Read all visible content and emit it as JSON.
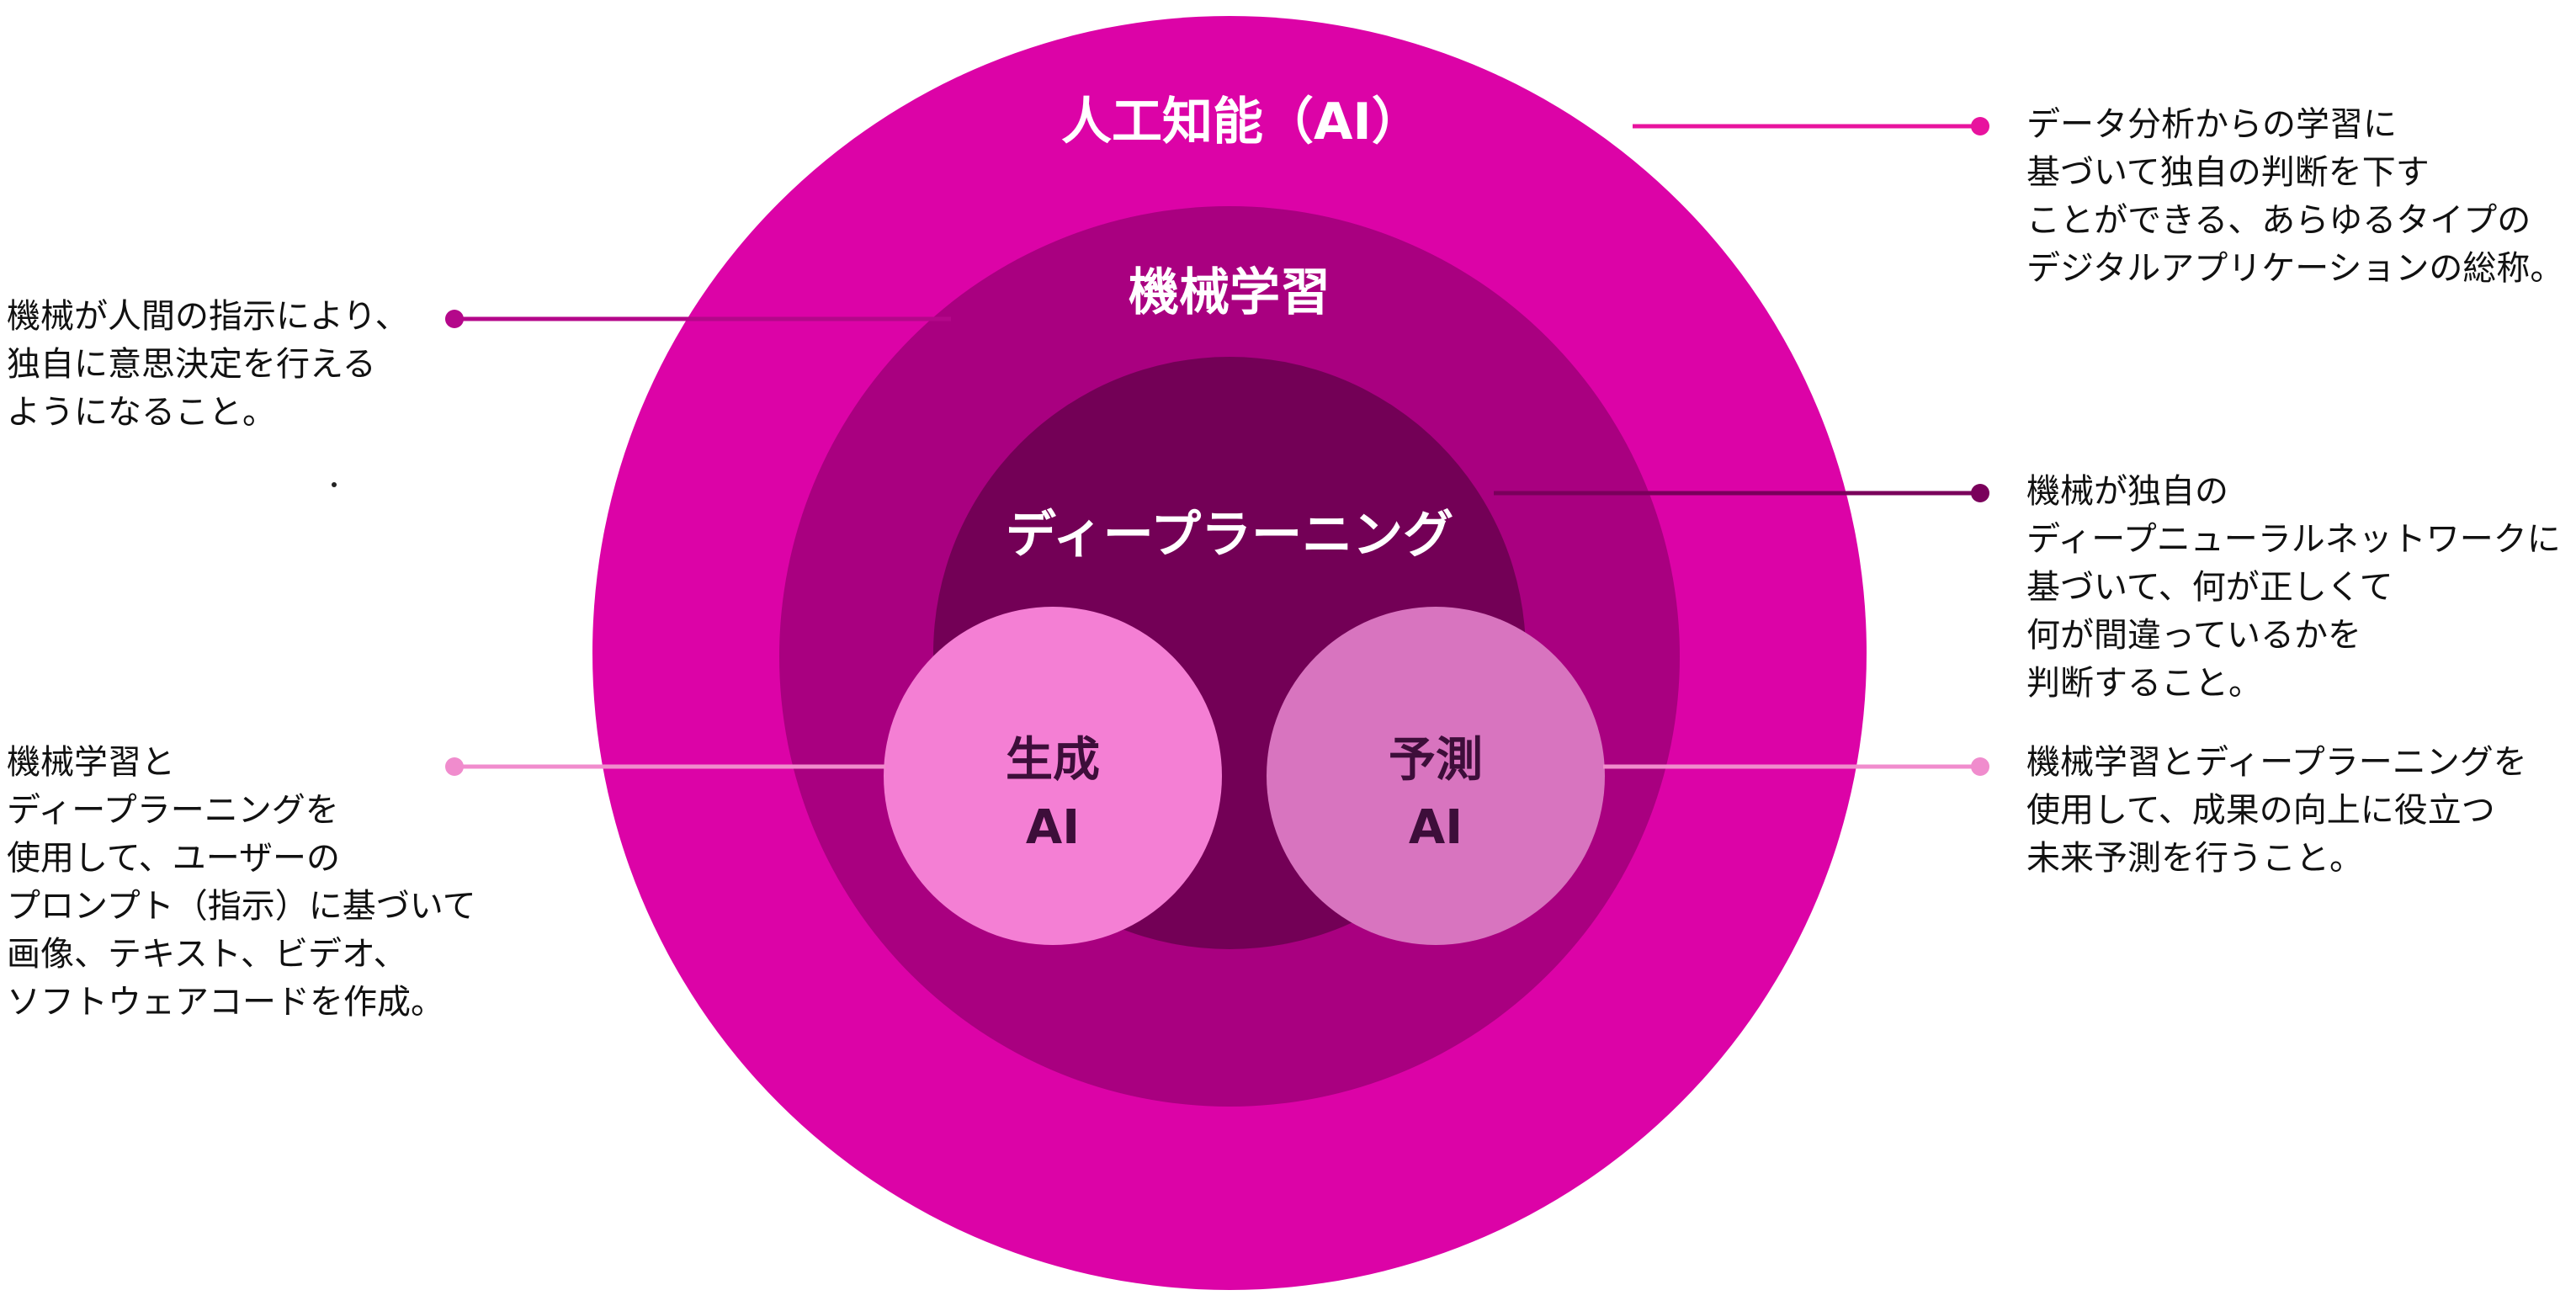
{
  "colors": {
    "ai": "#dc03a7",
    "ml": "#a90080",
    "dl": "#730056",
    "genai": "#f47fd4",
    "predai": "#d874bf",
    "label_dark": "#3d0e3a",
    "line_ai": "#e8139e",
    "line_ml": "#b4078a",
    "line_dl": "#7a005b",
    "line_light": "#f08ccd"
  },
  "circles": {
    "ai_label": "人工知能（AI）",
    "ml_label": "機械学習",
    "dl_label": "ディープラーニング",
    "genai_line1": "生成",
    "genai_line2": "AI",
    "predai_line1": "予測",
    "predai_line2": "AI"
  },
  "descriptions": {
    "ai": "データ分析からの学習に\n基づいて独自の判断を下す\nことができる、あらゆるタイプの\nデジタルアプリケーションの総称。",
    "ml": "機械が人間の指示により、\n独自に意思決定を行える\nようになること。",
    "dl": "機械が独自の\nディープニューラルネットワークに\n基づいて、何が正しくて\n何が間違っているかを\n判断すること。",
    "genai": "機械学習と\nディープラーニングを\n使用して、ユーザーの\nプロンプト（指示）に基づいて\n画像、テキスト、ビデオ、\nソフトウェアコードを作成。",
    "predai": "機械学習とディープラーニングを\n使用して、成果の向上に役立つ\n未来予測を行うこと。"
  }
}
